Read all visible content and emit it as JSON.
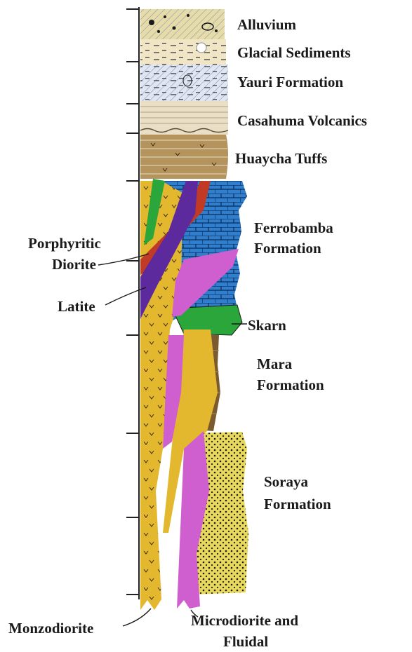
{
  "units": {
    "alluvium": "Alluvium",
    "glacial": "Glacial Sediments",
    "yauri": "Yauri Formation",
    "casahuma": "Casahuma Volcanics",
    "huaycha": "Huaycha Tuffs",
    "ferrobamba_1": "Ferrobamba",
    "ferrobamba_2": "Formation",
    "skarn": "Skarn",
    "mara_1": "Mara",
    "mara_2": "Formation",
    "soraya_1": "Soraya",
    "soraya_2": "Formation"
  },
  "intrusions": {
    "porphyritic_1": "Porphyritic",
    "porphyritic_2": "Diorite",
    "latite": "Latite",
    "monzodiorite": "Monzodiorite",
    "microdiorite_1": "Microdiorite and",
    "microdiorite_2": "Fluidal"
  },
  "colors": {
    "alluvium": "#e6dcaa",
    "glacial": "#f0e6c6",
    "yauri": "#dde6f2",
    "casahuma": "#eadfc4",
    "huaycha": "#b4935c",
    "ferrobamba": "#2f7fce",
    "skarn": "#2aa63a",
    "mara": "#7a5a2e",
    "soraya": "#e8d95a",
    "monzodiorite": "#e3b82e",
    "porphyritic_diorite": "#c03a26",
    "latite": "#5c2a9c",
    "microdiorite": "#cf5fcf"
  }
}
